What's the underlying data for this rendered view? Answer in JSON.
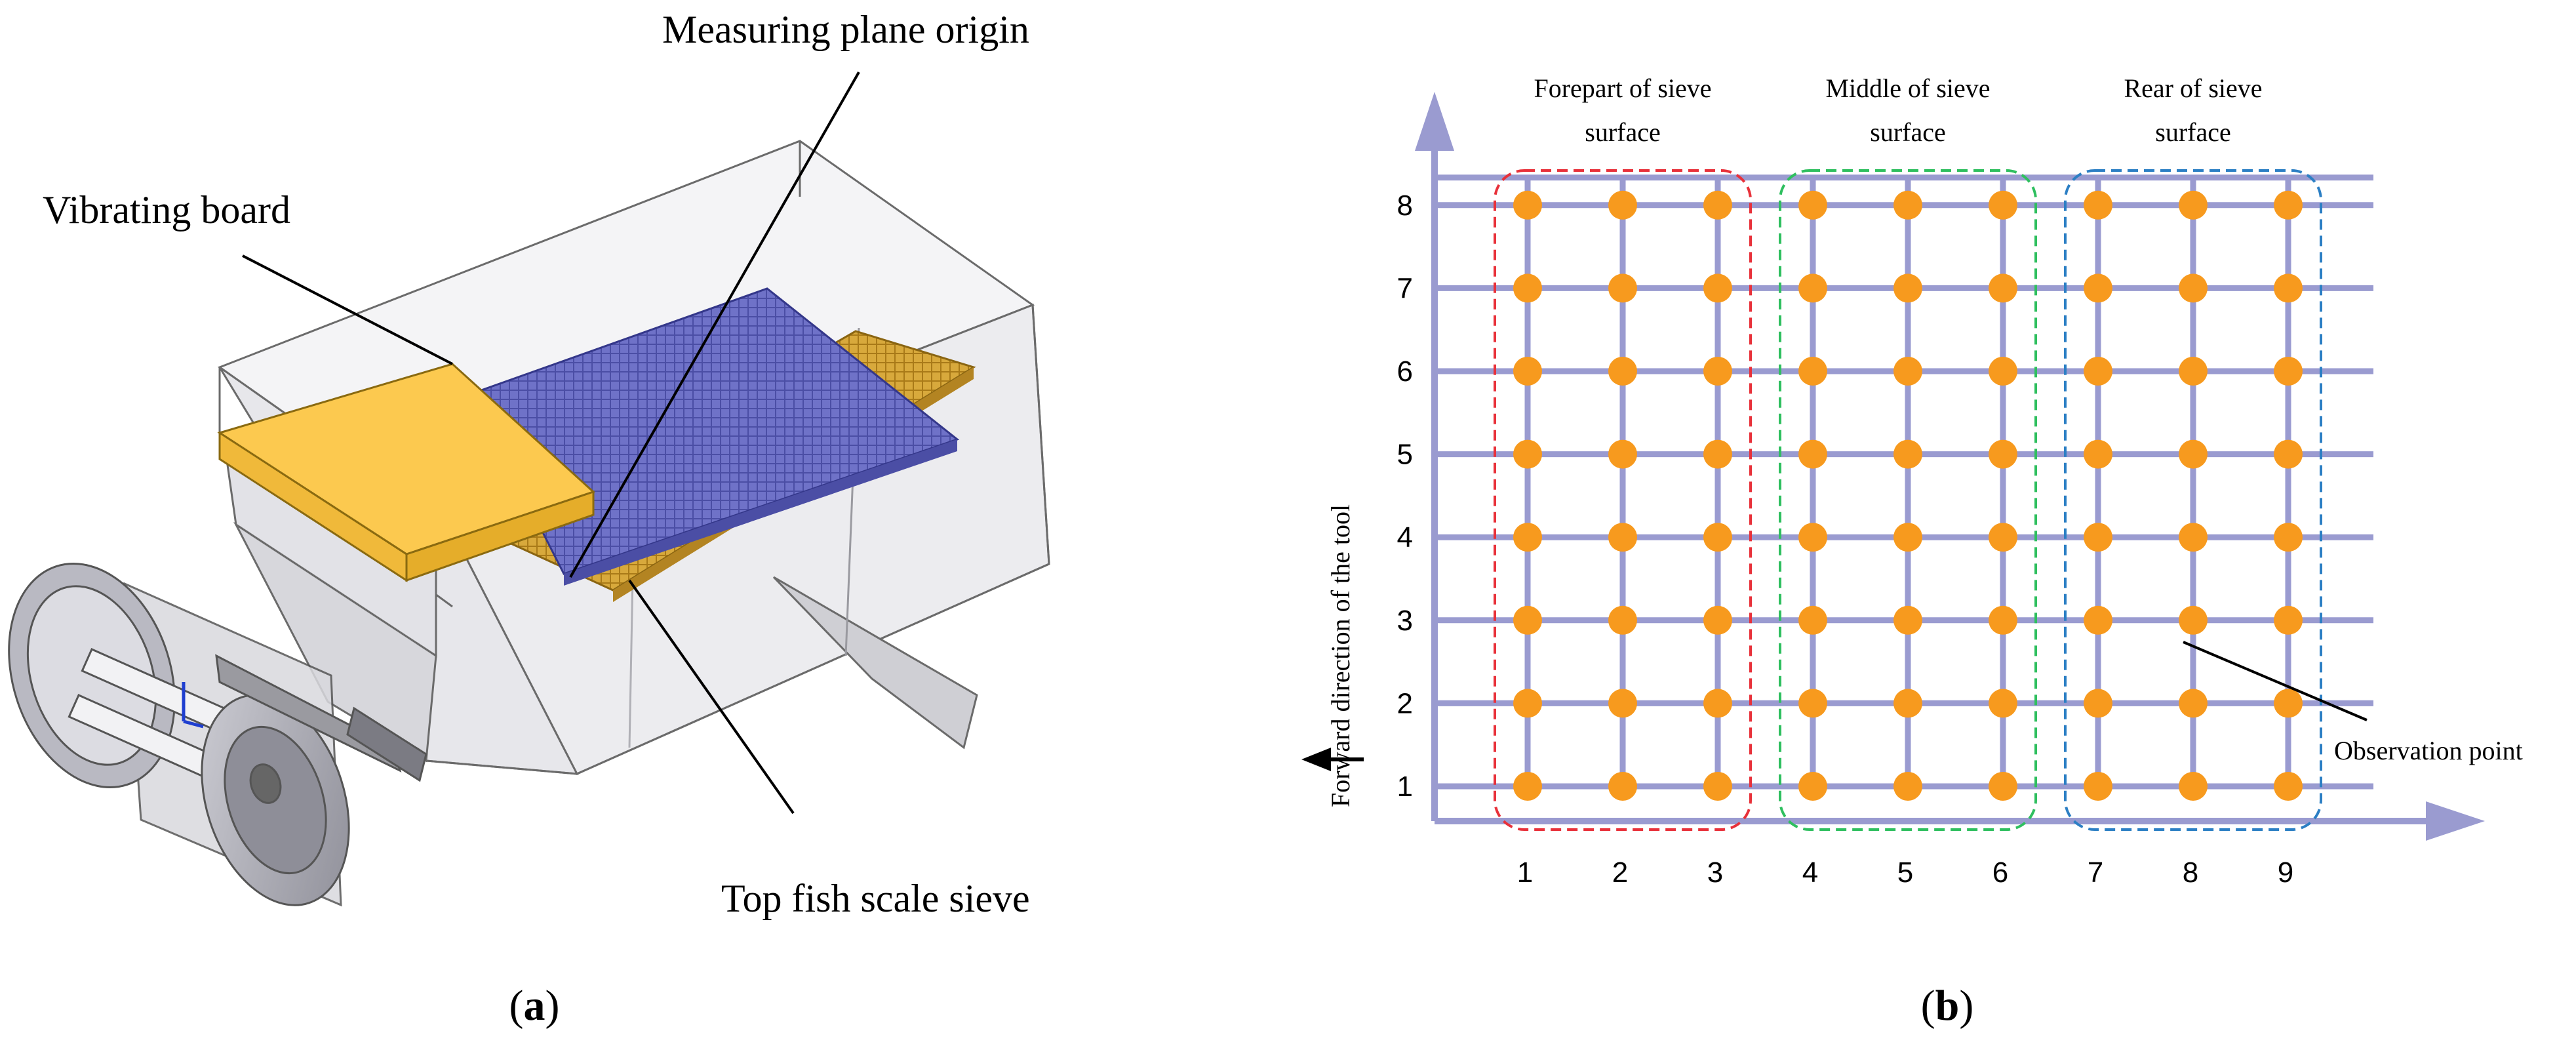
{
  "panel_a": {
    "caption_open": "(",
    "caption_letter": "a",
    "caption_close": ")",
    "labels": {
      "measuring_plane": "Measuring plane origin",
      "vibrating_board": "Vibrating board",
      "top_sieve": "Top fish scale sieve"
    },
    "colors": {
      "board": "#fcc94f",
      "upper_sieve": "#6f72c8",
      "lower_sieve": "#d8a93c",
      "housing_edge": "#6b6b6b"
    }
  },
  "panel_b": {
    "caption_open": "(",
    "caption_letter": "b",
    "caption_close": ")",
    "x_ticks": [
      "1",
      "2",
      "3",
      "4",
      "5",
      "6",
      "7",
      "8",
      "9"
    ],
    "y_ticks": [
      "1",
      "2",
      "3",
      "4",
      "5",
      "6",
      "7",
      "8"
    ],
    "y_axis_label": "Forward direction of the tool",
    "observation_label": "Observation point",
    "regions": [
      {
        "line1": "Forepart of sieve",
        "line2": "surface",
        "color": "#e8313a",
        "columns": [
          1,
          3
        ]
      },
      {
        "line1": "Middle of sieve",
        "line2": "surface",
        "color": "#2fbf5f",
        "columns": [
          4,
          6
        ]
      },
      {
        "line1": "Rear of sieve",
        "line2": "surface",
        "color": "#2c7fc4",
        "columns": [
          7,
          9
        ]
      }
    ],
    "colors": {
      "grid": "#9a9bd0",
      "point": "#f79a1e"
    }
  }
}
